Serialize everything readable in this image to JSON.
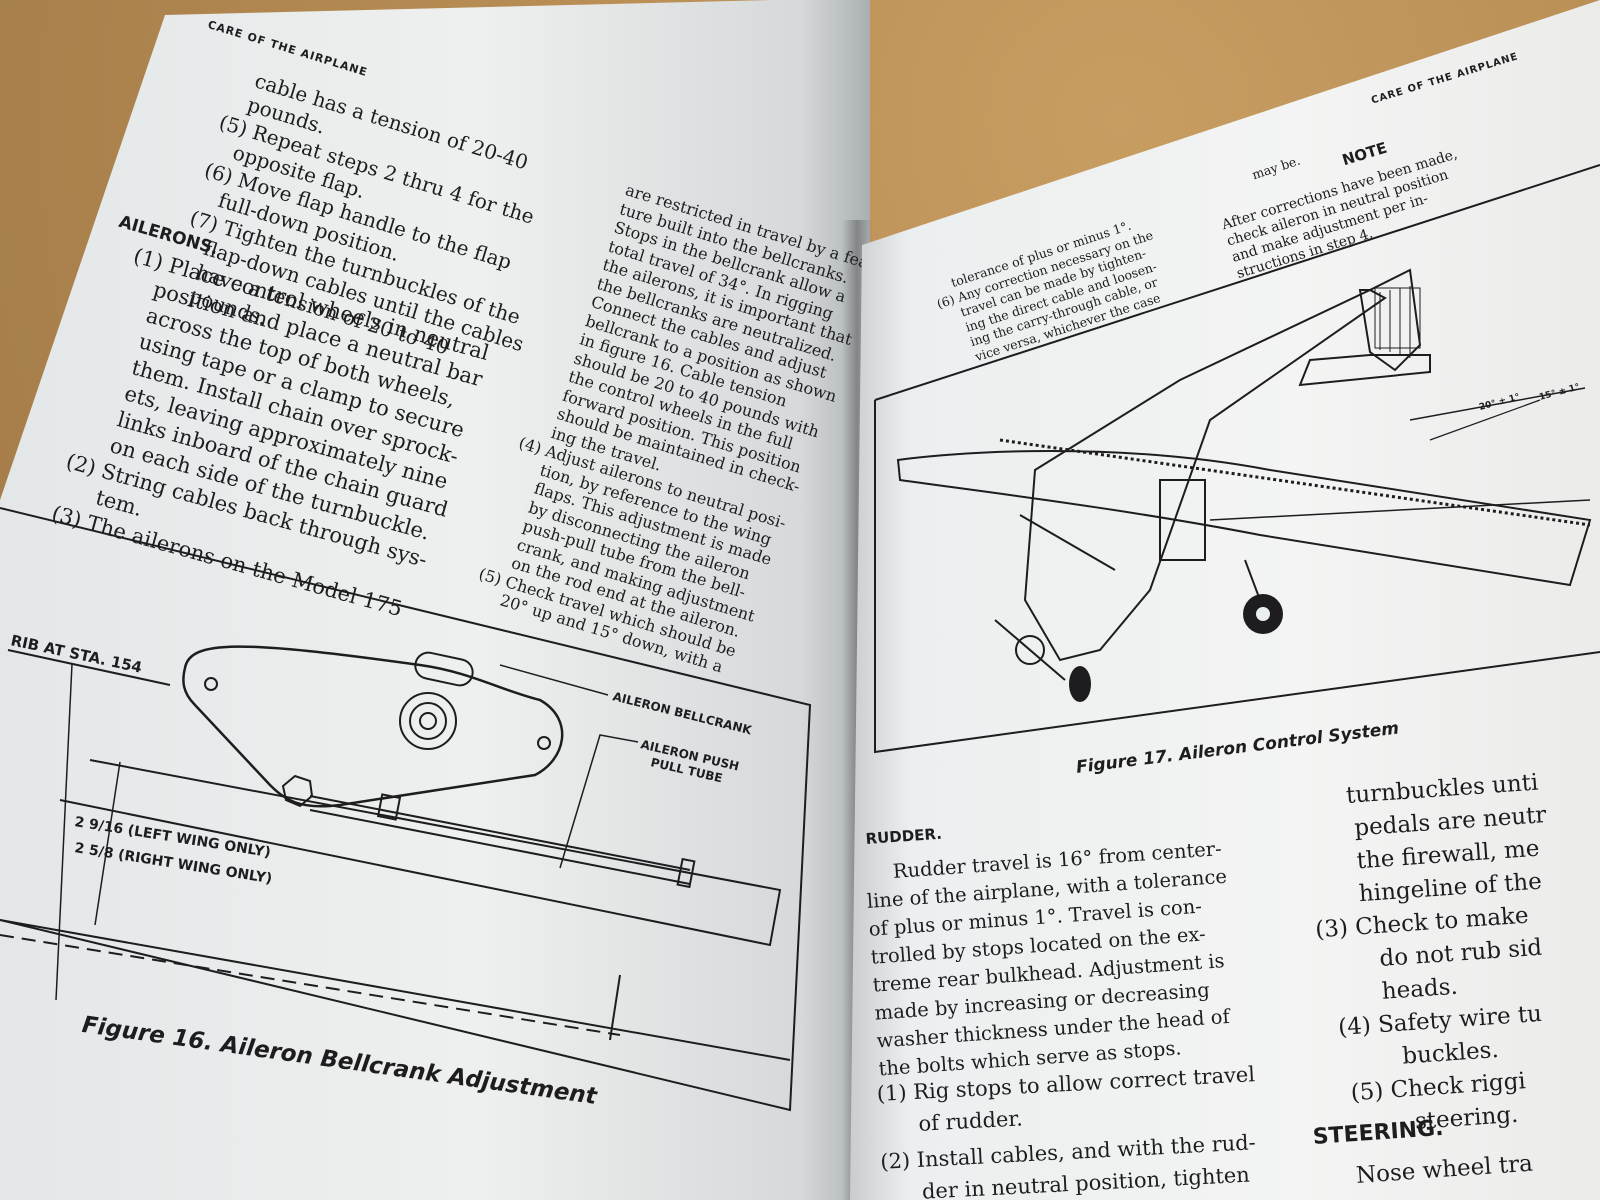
{
  "left_page": {
    "header": "CARE OF THE AIRPLANE",
    "flaps_lines": [
      "cable has a tension of 20-40",
      "pounds.",
      "(5) Repeat steps 2 thru 4 for the",
      "opposite flap.",
      "(6) Move flap handle to the flap",
      "full-down position.",
      "(7) Tighten the turnbuckles of the",
      "flap-down cables until the cables",
      "have a tension of 20 to 40",
      "pounds."
    ],
    "ailerons_heading": "AILERONS.",
    "ailerons_col1": [
      "(1) Place control wheels in neutral",
      "position and place a neutral bar",
      "across the top of both wheels,",
      "using tape or a clamp to secure",
      "them. Install chain over sprock-",
      "ets, leaving approximately nine",
      "links inboard of the chain guard",
      "on each side of the turnbuckle.",
      "(2) String cables back through sys-",
      "tem.",
      "(3) The ailerons on the Model 175"
    ],
    "ailerons_col2": [
      "are restricted in travel by a fea-",
      "ture built into the bellcranks.",
      "Stops in the bellcrank allow a",
      "total travel of 34°. In rigging",
      "the ailerons, it is important that",
      "the bellcranks are neutralized.",
      "Connect the cables and adjust",
      "bellcrank to a position as shown",
      "in figure 16. Cable tension",
      "should be 20 to 40 pounds with",
      "the control wheels in the full",
      "forward position. This position",
      "should be maintained in check-",
      "ing the travel.",
      "(4) Adjust ailerons to neutral posi-",
      "tion, by reference to the wing",
      "flaps. This adjustment is made",
      "by disconnecting the aileron",
      "push-pull tube from the bell-",
      "crank, and making adjustment",
      "on the rod end at the aileron.",
      "(5) Check travel which should be",
      "20° up and 15° down, with a"
    ],
    "figure16": {
      "rib_label": "RIB AT STA. 154",
      "bellcrank_label": "AILERON BELLCRANK",
      "pushpull_label_1": "AILERON PUSH",
      "pushpull_label_2": "PULL TUBE",
      "dim_left": "2 9/16 (LEFT WING ONLY)",
      "dim_right": "2 5/8  (RIGHT WING ONLY)",
      "caption": "Figure 16. Aileron Bellcrank Adjustment"
    }
  },
  "right_page": {
    "header": "CARE OF THE AIRPLANE",
    "step6_lines": [
      "tolerance of plus or minus 1°.",
      "(6) Any correction necessary on the",
      "travel can be made by tighten-",
      "ing the direct cable and loosen-",
      "ing the carry-through cable, or",
      "vice versa, whichever the case",
      "may be."
    ],
    "note_heading": "NOTE",
    "note_lines": [
      "After corrections have been made,",
      "check aileron in neutral position",
      "and make adjustment per in-",
      "structions in step 4."
    ],
    "figure17": {
      "angle_label_1": "20° ± 1°",
      "angle_label_2": "15° ± 1°",
      "caption": "Figure 17. Aileron Control System"
    },
    "rudder_heading": "RUDDER.",
    "rudder_lines": [
      "Rudder travel is 16° from center-",
      "line of the airplane, with a tolerance",
      "of plus or minus 1°. Travel is con-",
      "trolled by stops located on the ex-",
      "treme rear bulkhead. Adjustment is",
      "made by increasing or decreasing",
      "washer thickness under the head of",
      "the bolts which serve as stops."
    ],
    "rudder_steps": [
      "(1) Rig stops to allow correct travel",
      "of rudder.",
      "(2) Install cables, and with the rud-",
      "der in neutral position, tighten"
    ],
    "col2_lines": [
      "turnbuckles unti",
      "pedals are neutr",
      "the firewall, me",
      "hingeline of the",
      "(3) Check to make",
      "do not rub sid",
      "heads.",
      "(4) Safety wire tu",
      "buckles.",
      "(5) Check riggi",
      "steering."
    ],
    "steering_heading": "STEERING.",
    "steering_line": "Nose wheel tra"
  }
}
